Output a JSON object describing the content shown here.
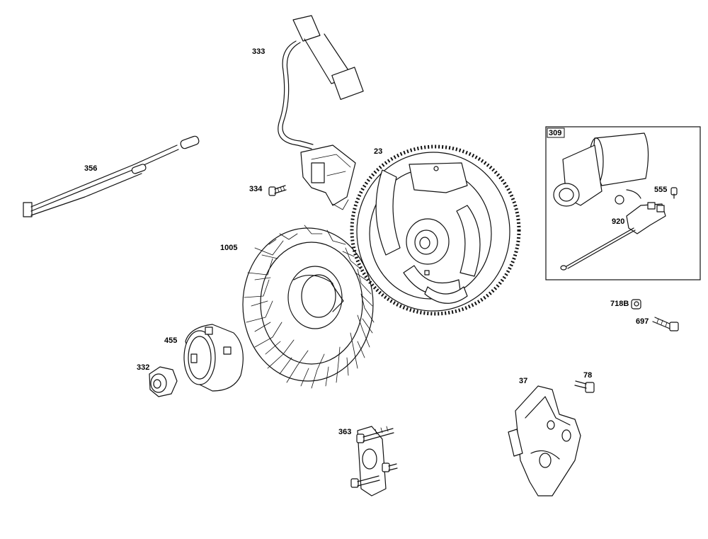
{
  "parts": [
    {
      "id": "ignition-armature",
      "label": "333"
    },
    {
      "id": "ground-wire",
      "label": "356"
    },
    {
      "id": "armature-screw",
      "label": "334"
    },
    {
      "id": "flywheel",
      "label": "23"
    },
    {
      "id": "blower-housing-fan",
      "label": "1005"
    },
    {
      "id": "starter-cup",
      "label": "455"
    },
    {
      "id": "flywheel-nut",
      "label": "332"
    },
    {
      "id": "stud-bracket",
      "label": "363"
    },
    {
      "id": "mount-bracket",
      "label": "37"
    },
    {
      "id": "bracket-screw",
      "label": "78"
    },
    {
      "id": "spacer",
      "label": "718B"
    },
    {
      "id": "long-screw",
      "label": "697"
    },
    {
      "id": "starter-motor-assembly",
      "label": "309"
    },
    {
      "id": "starter-screw",
      "label": "555"
    },
    {
      "id": "solenoid",
      "label": "920"
    }
  ]
}
